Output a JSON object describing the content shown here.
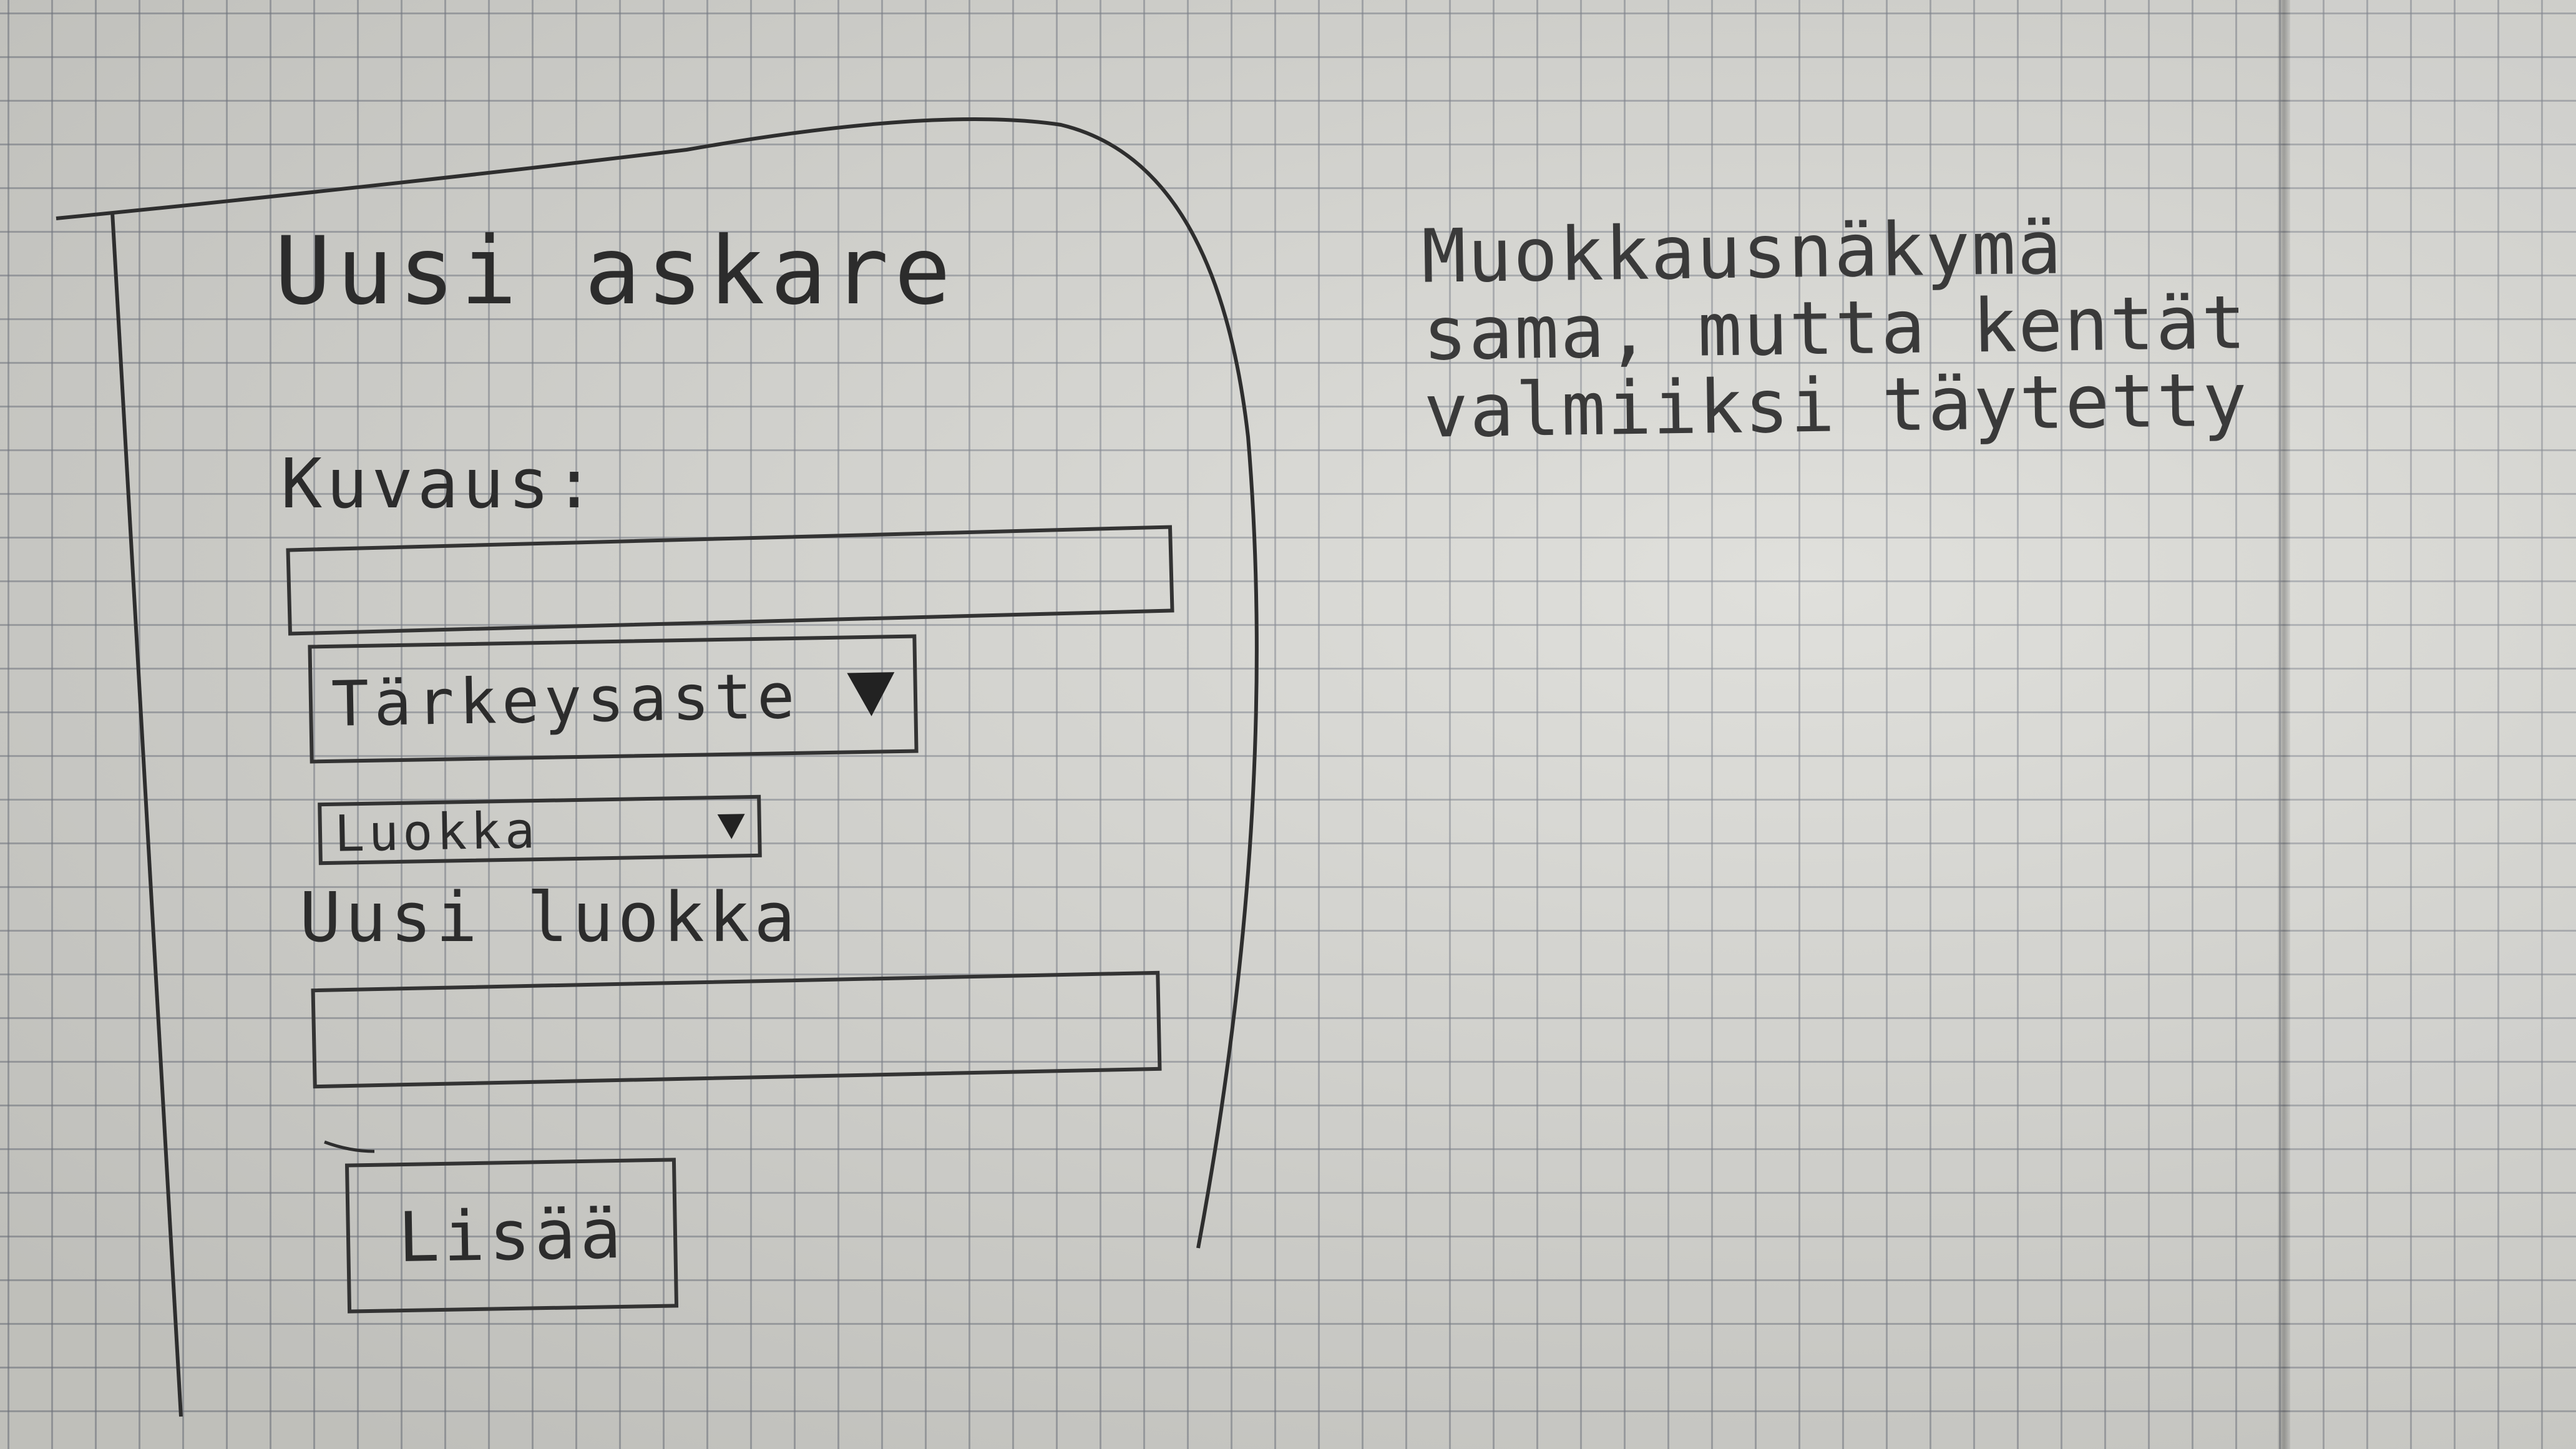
{
  "form": {
    "title": "Uusi askare",
    "kuvaus_label": "Kuvaus:",
    "kuvaus_value": "",
    "tarkeysaste_select": "Tärkeysaste",
    "luokka_select": "Luokka",
    "uusi_luokka_label": "Uusi luokka",
    "uusi_luokka_value": "",
    "submit_label": "Lisää"
  },
  "note": {
    "lines": [
      "Muokkausnäkymä",
      "sama, mutta kentät",
      "valmiiksi täytetty"
    ]
  },
  "icons": {
    "dropdown": "triangle-down-icon"
  }
}
